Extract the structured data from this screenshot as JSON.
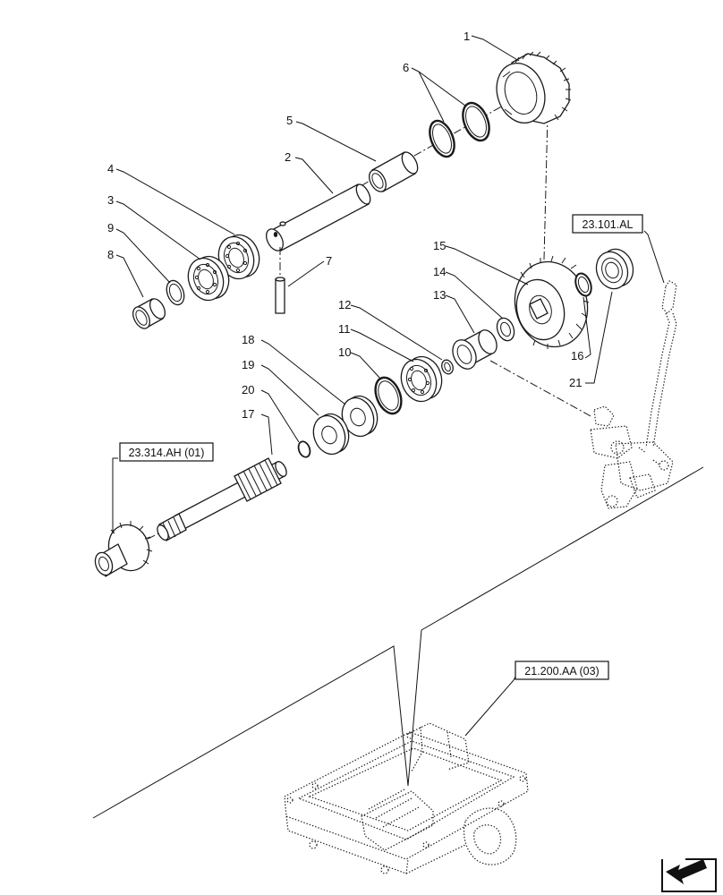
{
  "callouts": [
    "1",
    "2",
    "3",
    "4",
    "5",
    "6",
    "7",
    "8",
    "9",
    "10",
    "11",
    "12",
    "13",
    "14",
    "15",
    "16",
    "17",
    "18",
    "19",
    "20",
    "21"
  ],
  "references": {
    "gear_selector": "23.101.AL",
    "shaft_gear": "23.314.AH (01)",
    "housing": "21.200.AA (03)"
  },
  "nav_icon": "arrow-icon"
}
